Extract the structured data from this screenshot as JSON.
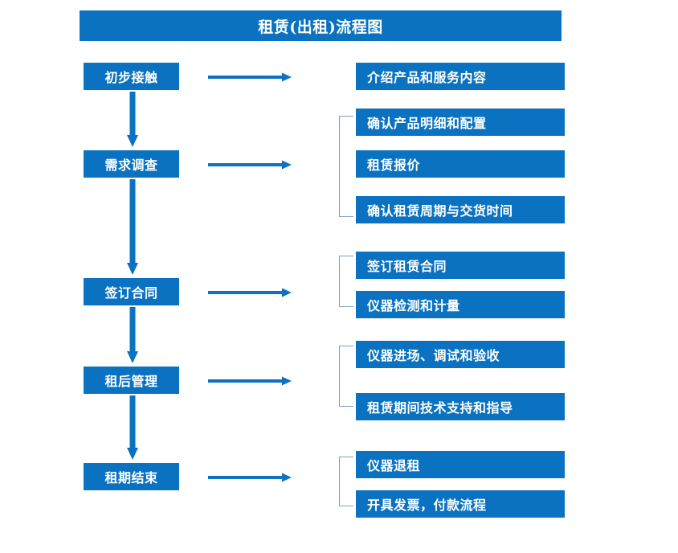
{
  "diagram": {
    "title": "租赁(出租)流程图",
    "colors": {
      "primary_blue": "#0a72c0",
      "bracket_line": "#7d9fc9",
      "background": "#ffffff",
      "text": "#ffffff"
    },
    "stages": [
      {
        "label": "初步接触"
      },
      {
        "label": "需求调查"
      },
      {
        "label": "签订合同"
      },
      {
        "label": "租后管理"
      },
      {
        "label": "租期结束"
      }
    ],
    "groups": [
      {
        "stage": "初步接触",
        "bracketed": false,
        "details": [
          {
            "label": "介绍产品和服务内容"
          }
        ]
      },
      {
        "stage": "需求调查",
        "bracketed": true,
        "details": [
          {
            "label": "确认产品明细和配置"
          },
          {
            "label": "租赁报价"
          },
          {
            "label": "确认租赁周期与交货时间"
          }
        ]
      },
      {
        "stage": "签订合同",
        "bracketed": true,
        "details": [
          {
            "label": "签订租赁合同"
          },
          {
            "label": "仪器检测和计量"
          }
        ]
      },
      {
        "stage": "租后管理",
        "bracketed": true,
        "details": [
          {
            "label": "仪器进场、调试和验收"
          },
          {
            "label": "租赁期间技术支持和指导"
          }
        ]
      },
      {
        "stage": "租期结束",
        "bracketed": true,
        "details": [
          {
            "label": "仪器退租"
          },
          {
            "label": "开具发票，付款流程"
          }
        ]
      }
    ]
  }
}
